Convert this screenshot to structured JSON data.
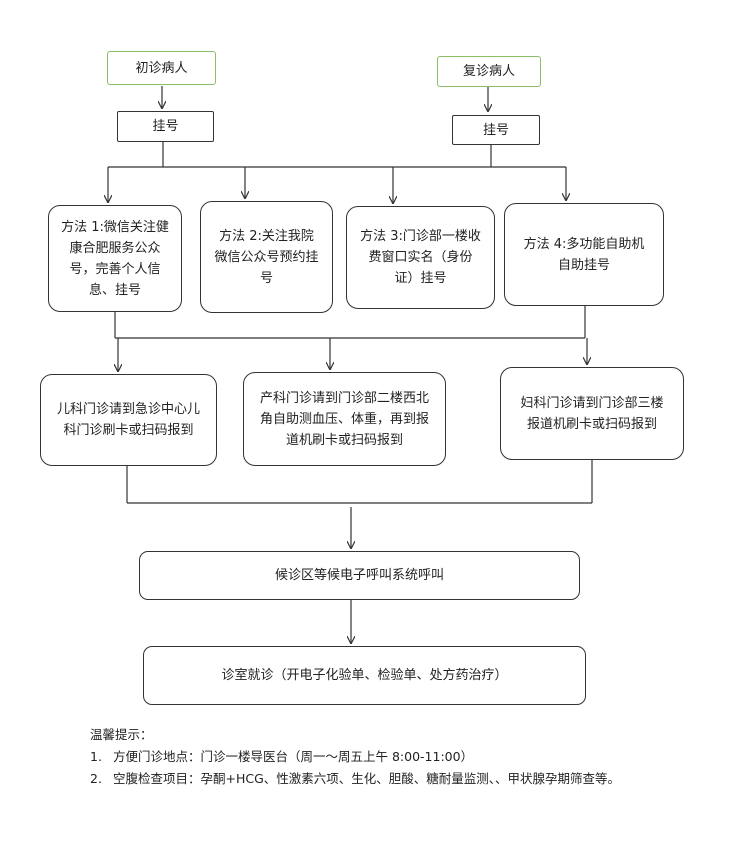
{
  "flow": {
    "first_visit": "初诊病人",
    "return_visit": "复诊病人",
    "register_left": "挂号",
    "register_right": "挂号",
    "method1": "方法 1:微信关注健康合肥服务公众号，完善个人信息、挂号",
    "method2": "方法 2:关注我院微信公众号预约挂号",
    "method3": "方法 3:门诊部一楼收费窗口实名（身份证）挂号",
    "method4": "方法 4:多功能自助机自助挂号",
    "pediatrics": "儿科门诊请到急诊中心儿科门诊刷卡或扫码报到",
    "obstetrics": "产科门诊请到门诊部二楼西北角自助测血压、体重，再到报道机刷卡或扫码报到",
    "gynecology": "妇科门诊请到门诊部三楼报道机刷卡或扫码报到",
    "waiting": "候诊区等候电子呼叫系统呼叫",
    "consult": "诊室就诊（开电子化验单、检验单、处方药治疗）"
  },
  "notes": {
    "title": "温馨提示：",
    "items": [
      {
        "num": "1.",
        "text": "方便门诊地点：门诊一楼导医台（周一～周五上午 8:00-11:00）"
      },
      {
        "num": "2.",
        "text": "空腹检查项目：孕酮+HCG、性激素六项、生化、胆酸、糖耐量监测、、甲状腺孕期筛查等。"
      }
    ]
  }
}
